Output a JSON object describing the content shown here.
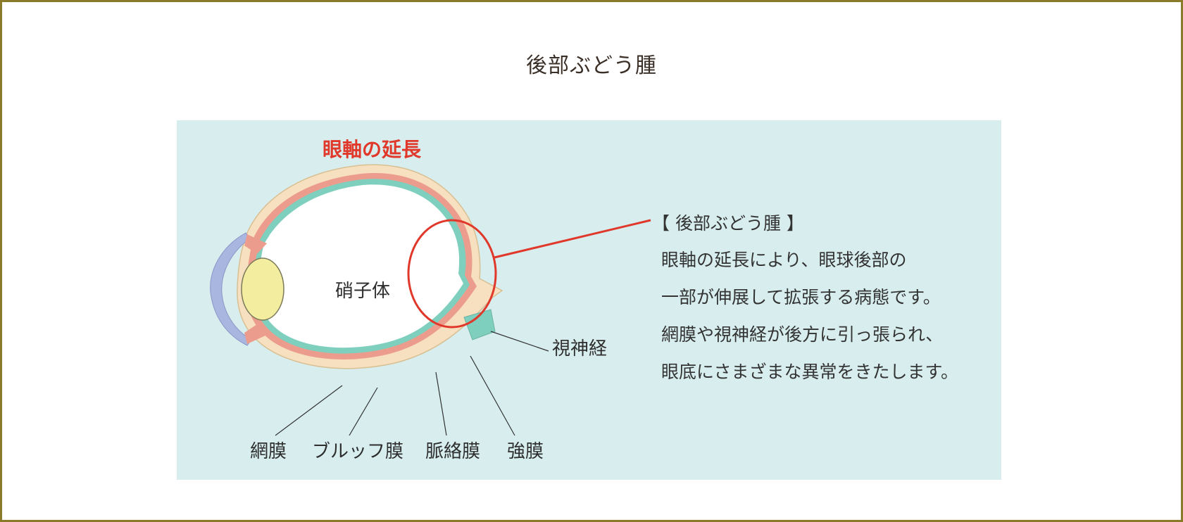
{
  "page": {
    "title": "後部ぶどう腫"
  },
  "diagram": {
    "axis_elongation_label": "眼軸の延長",
    "vitreous_label": "硝子体",
    "optic_nerve_label": "視神経",
    "bottom_labels": {
      "retina": "網膜",
      "bruch": "ブルッフ膜",
      "choroid": "脈絡膜",
      "sclera": "強膜"
    },
    "callout": {
      "heading": "【 後部ぶどう腫 】",
      "lines": [
        "眼軸の延長により、眼球後部の",
        "一部が伸展して拡張する病態です。",
        "網膜や視神経が後方に引っ張られ、",
        "眼底にさまざまな異常をきたします。"
      ]
    },
    "colors": {
      "background": "#d8eeee",
      "sclera": "#f6e0bf",
      "choroid": "#ec9c8c",
      "retina": "#7fcfbf",
      "lens": "#f3eda0",
      "cornea": "#a8b6e0",
      "highlight": "#e0382a"
    }
  }
}
